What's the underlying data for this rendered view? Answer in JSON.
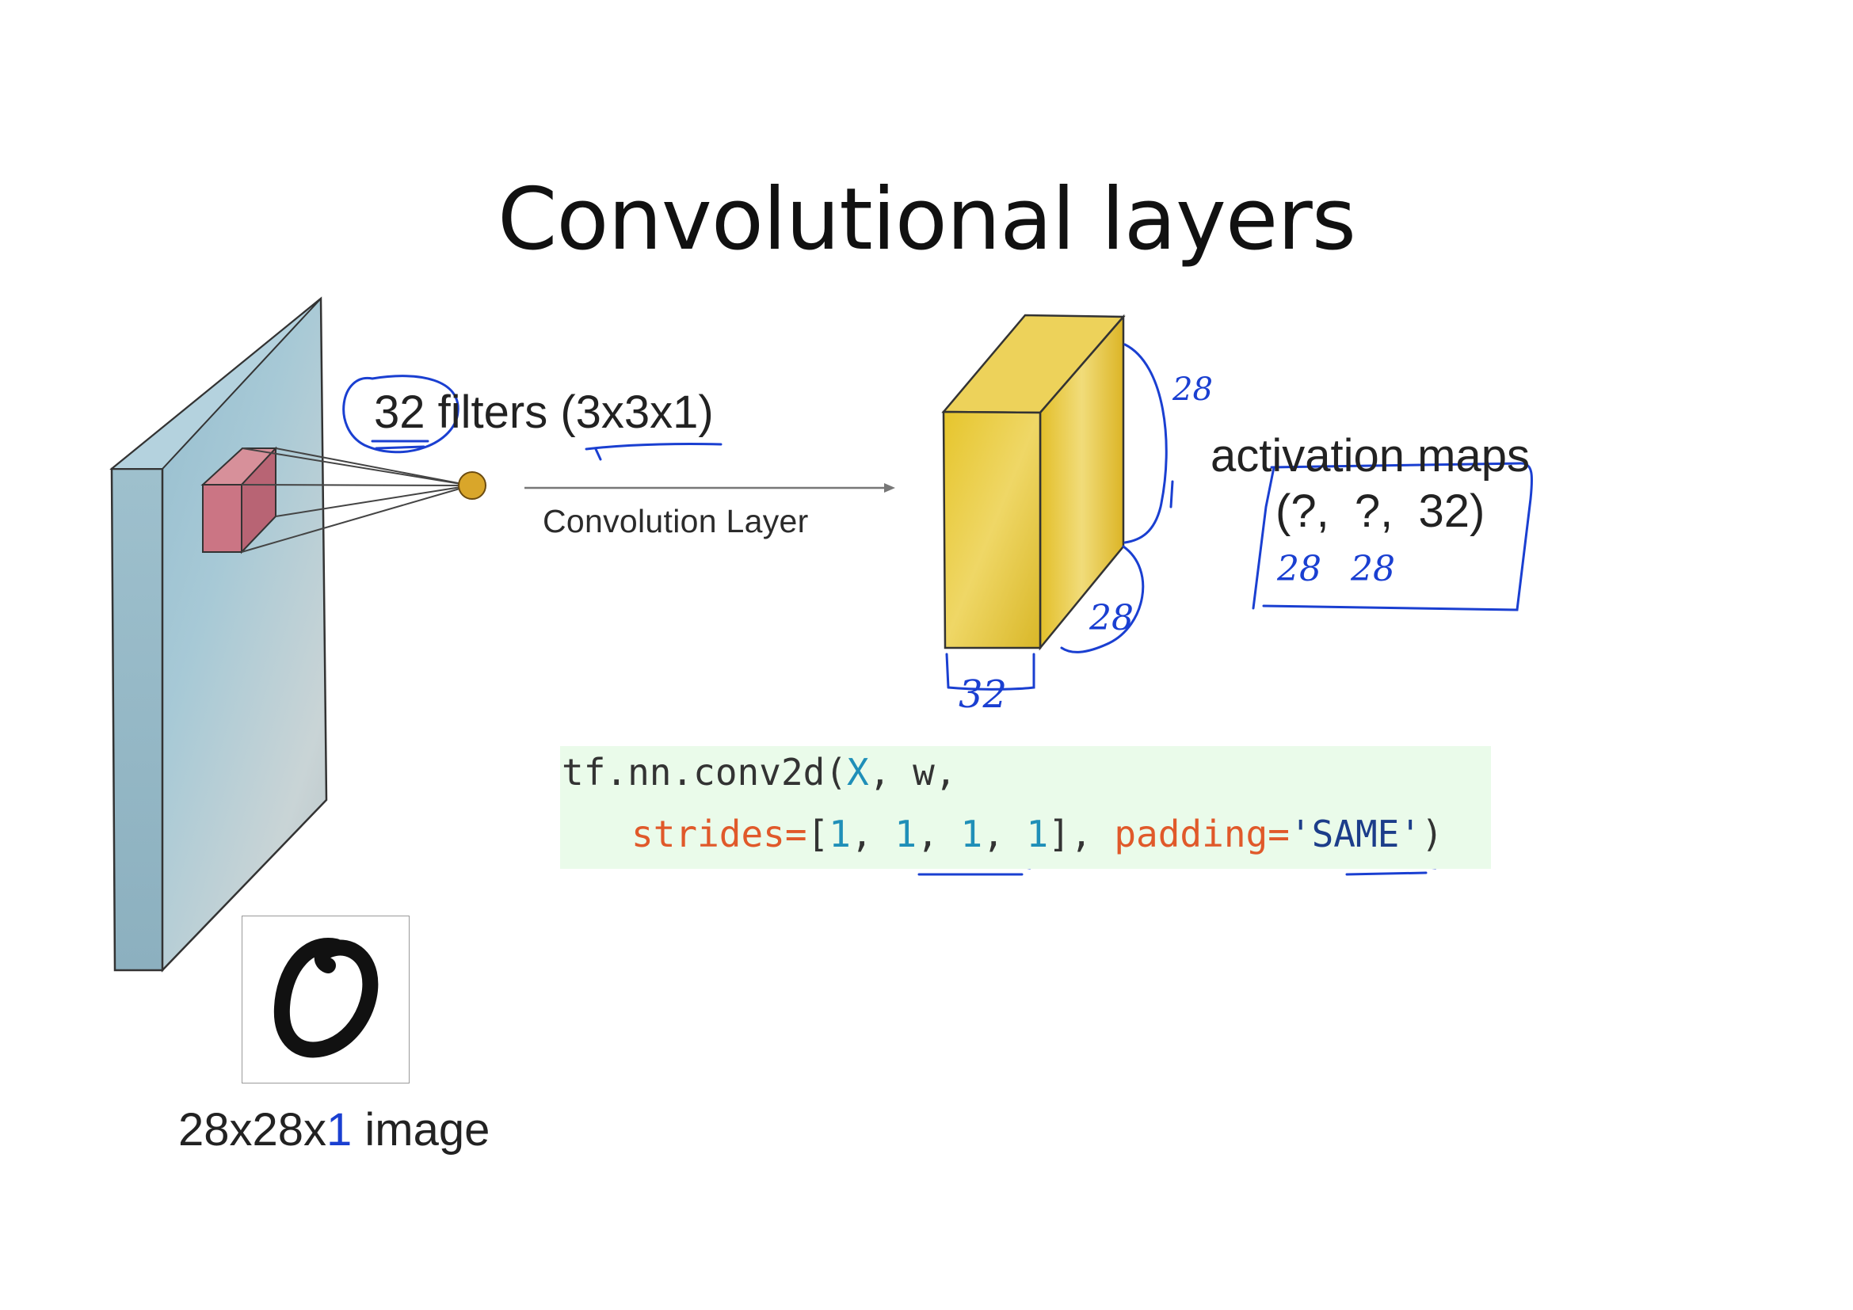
{
  "slide": {
    "title": "Convolutional layers",
    "filters_label": "32 filters (3x3x1)",
    "conv_arrow_label": "Convolution Layer",
    "activation_label": "activation maps",
    "activation_shape": "(?,  ?,  32)",
    "image_caption_prefix": "28x28x",
    "image_caption_highlight": "1",
    "image_caption_suffix": " image",
    "code": {
      "fn": "tf.nn.conv2d(",
      "arg_x": "X",
      "arg_w": ", w,",
      "strides_kw": "strides=",
      "strides_open": "[",
      "s1": "1",
      "s2": "1",
      "s3": "1",
      "s4": "1",
      "comma": ", ",
      "strides_close": "], ",
      "padding_kw": "padding=",
      "padding_val": "'SAME'",
      "close": ")"
    },
    "handwritten_annotations": {
      "height": "28",
      "width": "28",
      "depth": "32",
      "shape_h": "28",
      "shape_w": "28"
    },
    "colors": {
      "ink_blue": "#1a3fd1",
      "slab_blue": "#9fc3d3",
      "cube_yellow": "#e8c93a",
      "filter_red": "#c9717f",
      "code_bg": "#eafbea"
    }
  }
}
